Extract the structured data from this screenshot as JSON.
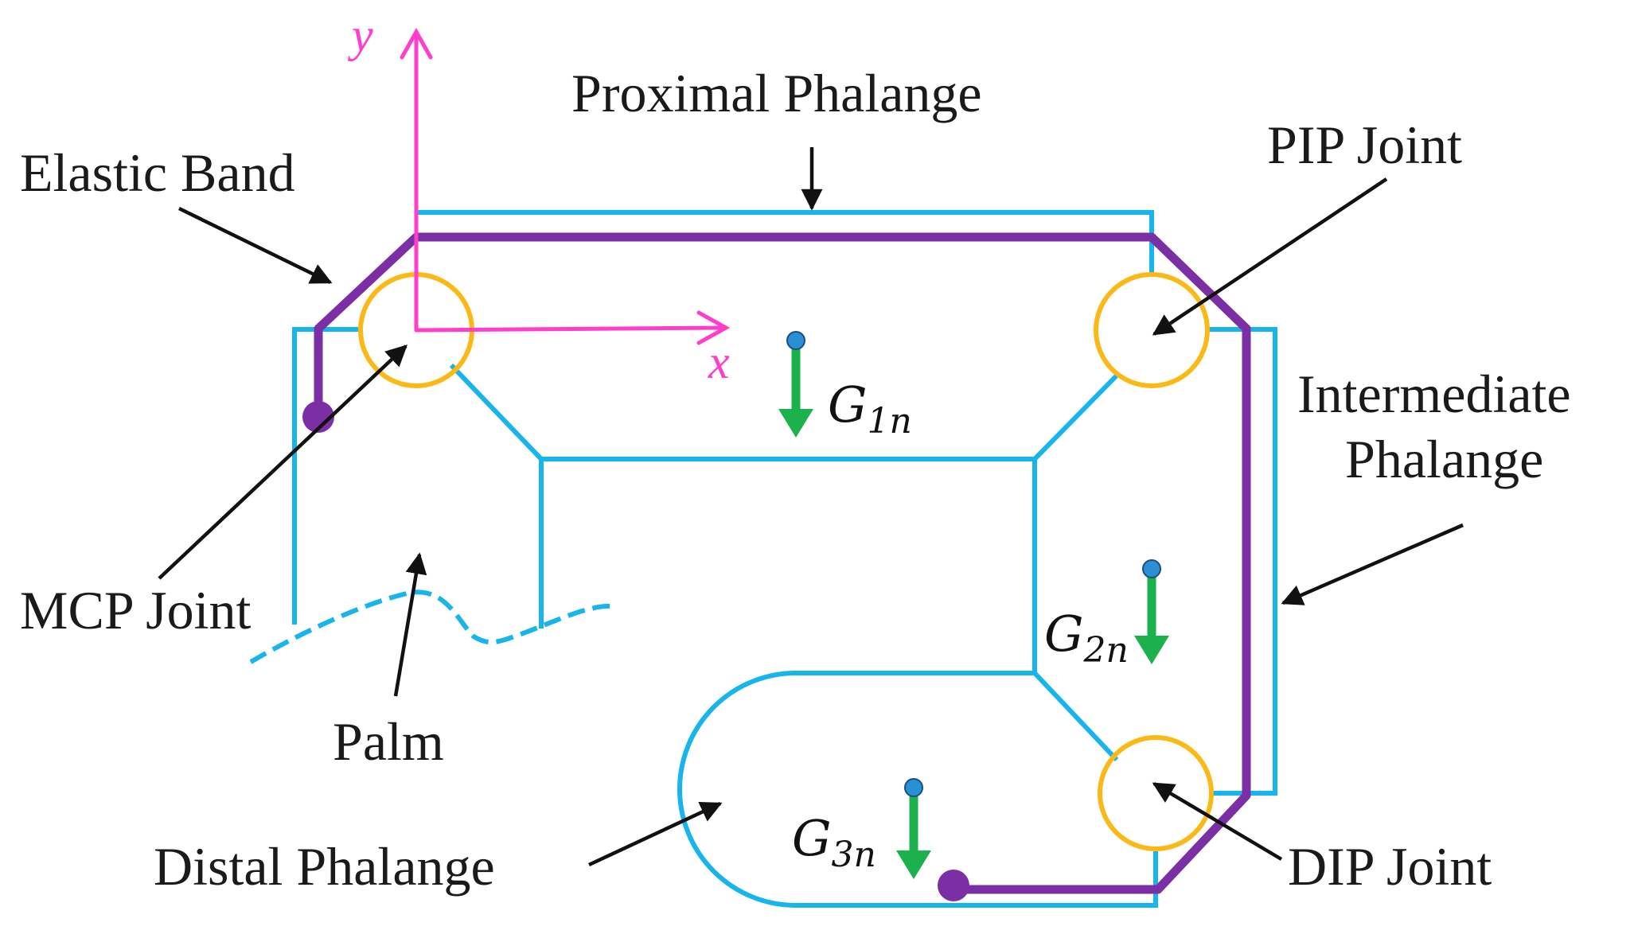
{
  "labels": {
    "proximal_phalange": "Proximal Phalange",
    "elastic_band": "Elastic Band",
    "pip_joint": "PIP Joint",
    "intermediate_line1": "Intermediate",
    "intermediate_line2": "Phalange",
    "mcp_joint": "MCP Joint",
    "palm": "Palm",
    "distal_phalange": "Distal Phalange",
    "dip_joint": "DIP Joint"
  },
  "axes": {
    "x": "x",
    "y": "y"
  },
  "gravity": [
    {
      "symbol": "G",
      "subscript": "1n"
    },
    {
      "symbol": "G",
      "subscript": "2n"
    },
    {
      "symbol": "G",
      "subscript": "3n"
    }
  ],
  "colors": {
    "frame": "#18b4ec",
    "band": "#7a2fa5",
    "joint": "#fbb917",
    "axis": "#ff3ec9",
    "gravity_arrow": "#1bb14c",
    "center_of_mass": "#2b8fd6",
    "text": "#1a1a1a"
  }
}
